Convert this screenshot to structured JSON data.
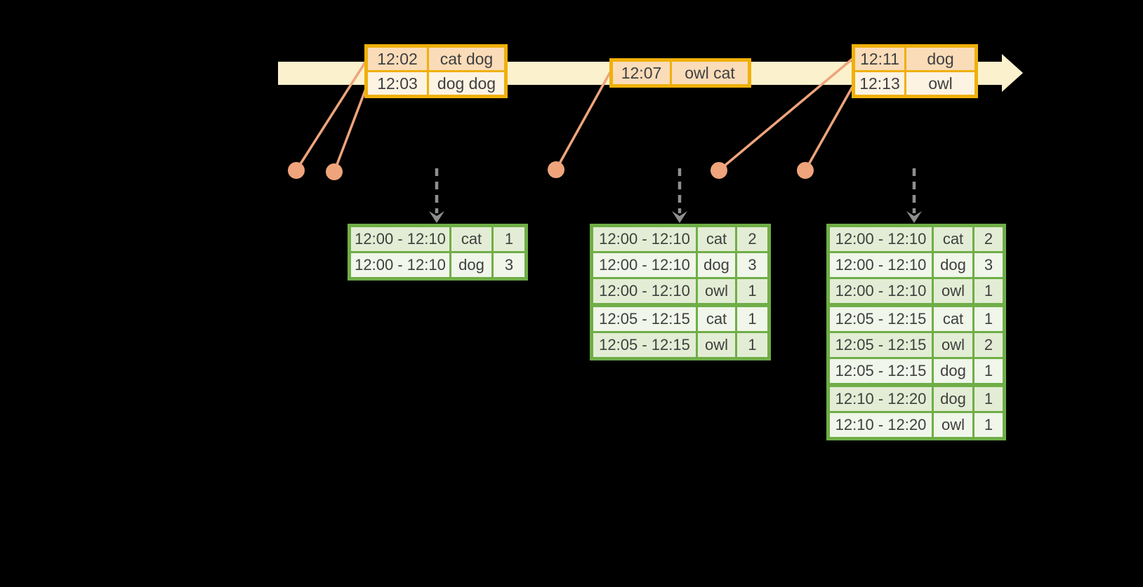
{
  "colors": {
    "background": "#000000",
    "band": "#FBF1CD",
    "gold": "#F0B009",
    "peach-dark": "#FADCB9",
    "peach-light": "#FDF3E3",
    "salmon": "#EFA47B",
    "arrow-gray": "#8F8F8F",
    "green": "#6FAE47",
    "green-dark": "#E3EDD5",
    "green-light": "#F0F6EA",
    "text": "#3F3F3F"
  },
  "timeline": {
    "event_boxes": [
      {
        "rows": [
          {
            "time": "12:02",
            "words": "cat dog"
          },
          {
            "time": "12:03",
            "words": "dog dog"
          }
        ]
      },
      {
        "rows": [
          {
            "time": "12:07",
            "words": "owl cat"
          }
        ]
      },
      {
        "rows": [
          {
            "time": "12:11",
            "words": "dog"
          },
          {
            "time": "12:13",
            "words": "owl"
          }
        ]
      }
    ]
  },
  "result_tables": [
    {
      "rows": [
        {
          "window": "12:00 - 12:10",
          "word": "cat",
          "count": "1"
        },
        {
          "window": "12:00 - 12:10",
          "word": "dog",
          "count": "3"
        }
      ]
    },
    {
      "rows": [
        {
          "window": "12:00 - 12:10",
          "word": "cat",
          "count": "2"
        },
        {
          "window": "12:00 - 12:10",
          "word": "dog",
          "count": "3"
        },
        {
          "window": "12:00 - 12:10",
          "word": "owl",
          "count": "1"
        },
        {
          "window": "12:05 - 12:15",
          "word": "cat",
          "count": "1"
        },
        {
          "window": "12:05 - 12:15",
          "word": "owl",
          "count": "1"
        }
      ]
    },
    {
      "rows": [
        {
          "window": "12:00 - 12:10",
          "word": "cat",
          "count": "2"
        },
        {
          "window": "12:00 - 12:10",
          "word": "dog",
          "count": "3"
        },
        {
          "window": "12:00 - 12:10",
          "word": "owl",
          "count": "1"
        },
        {
          "window": "12:05 - 12:15",
          "word": "cat",
          "count": "1"
        },
        {
          "window": "12:05 - 12:15",
          "word": "owl",
          "count": "2"
        },
        {
          "window": "12:05 - 12:15",
          "word": "dog",
          "count": "1"
        },
        {
          "window": "12:10 - 12:20",
          "word": "dog",
          "count": "1"
        },
        {
          "window": "12:10 - 12:20",
          "word": "owl",
          "count": "1"
        }
      ]
    }
  ]
}
